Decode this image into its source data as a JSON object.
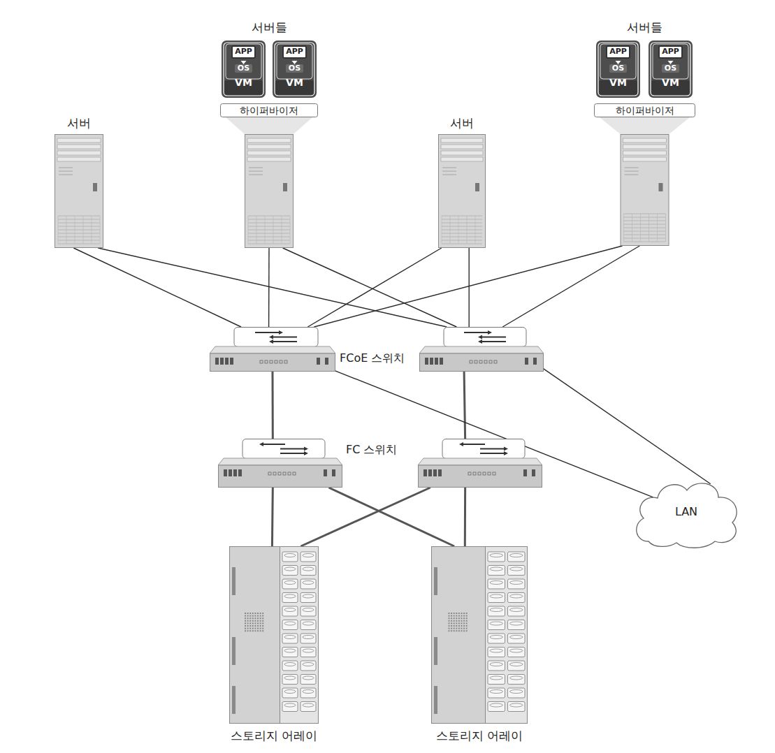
{
  "diagram": {
    "nodes": [
      {
        "text": [
          "서버"
        ]
      },
      {
        "text": [
          "서버들"
        ]
      },
      {
        "text": [
          "APP",
          "OS",
          "VM"
        ],
        "in": 1
      },
      {
        "text": [
          "APP",
          "OS",
          "VM"
        ],
        "in": 1
      },
      {
        "text": [
          "하이퍼바이저"
        ],
        "in": 1
      },
      {
        "text": [
          "서버"
        ]
      },
      {
        "text": [
          "서버들"
        ]
      },
      {
        "text": [
          "APP",
          "OS",
          "VM"
        ],
        "in": 6
      },
      {
        "text": [
          "APP",
          "OS",
          "VM"
        ],
        "in": 6
      },
      {
        "text": [
          "하이퍼바이저"
        ],
        "in": 6
      },
      {
        "text": [
          "FCoE 스위치"
        ]
      },
      {
        "text": []
      },
      {
        "text": [
          "FC 스위치"
        ]
      },
      {
        "text": []
      },
      {
        "text": [
          "LAN"
        ]
      },
      {
        "text": [
          "스토리지 어레이"
        ]
      },
      {
        "text": [
          "스토리지 어레이"
        ]
      }
    ],
    "edges": [
      {
        "from": 0,
        "to": 10,
        "arrow": "none"
      },
      {
        "from": 0,
        "to": 11,
        "arrow": "none"
      },
      {
        "from": 1,
        "to": 10,
        "arrow": "none"
      },
      {
        "from": 1,
        "to": 11,
        "arrow": "none"
      },
      {
        "from": 5,
        "to": 10,
        "arrow": "none"
      },
      {
        "from": 5,
        "to": 11,
        "arrow": "none"
      },
      {
        "from": 6,
        "to": 10,
        "arrow": "none"
      },
      {
        "from": 6,
        "to": 11,
        "arrow": "none"
      },
      {
        "from": 10,
        "to": 12,
        "arrow": "none"
      },
      {
        "from": 11,
        "to": 13,
        "arrow": "none"
      },
      {
        "from": 10,
        "to": 14,
        "arrow": "none"
      },
      {
        "from": 11,
        "to": 14,
        "arrow": "none"
      },
      {
        "from": 12,
        "to": 15,
        "arrow": "none"
      },
      {
        "from": 12,
        "to": 16,
        "arrow": "none"
      },
      {
        "from": 13,
        "to": 15,
        "arrow": "none"
      },
      {
        "from": 13,
        "to": 16,
        "arrow": "none"
      }
    ]
  }
}
